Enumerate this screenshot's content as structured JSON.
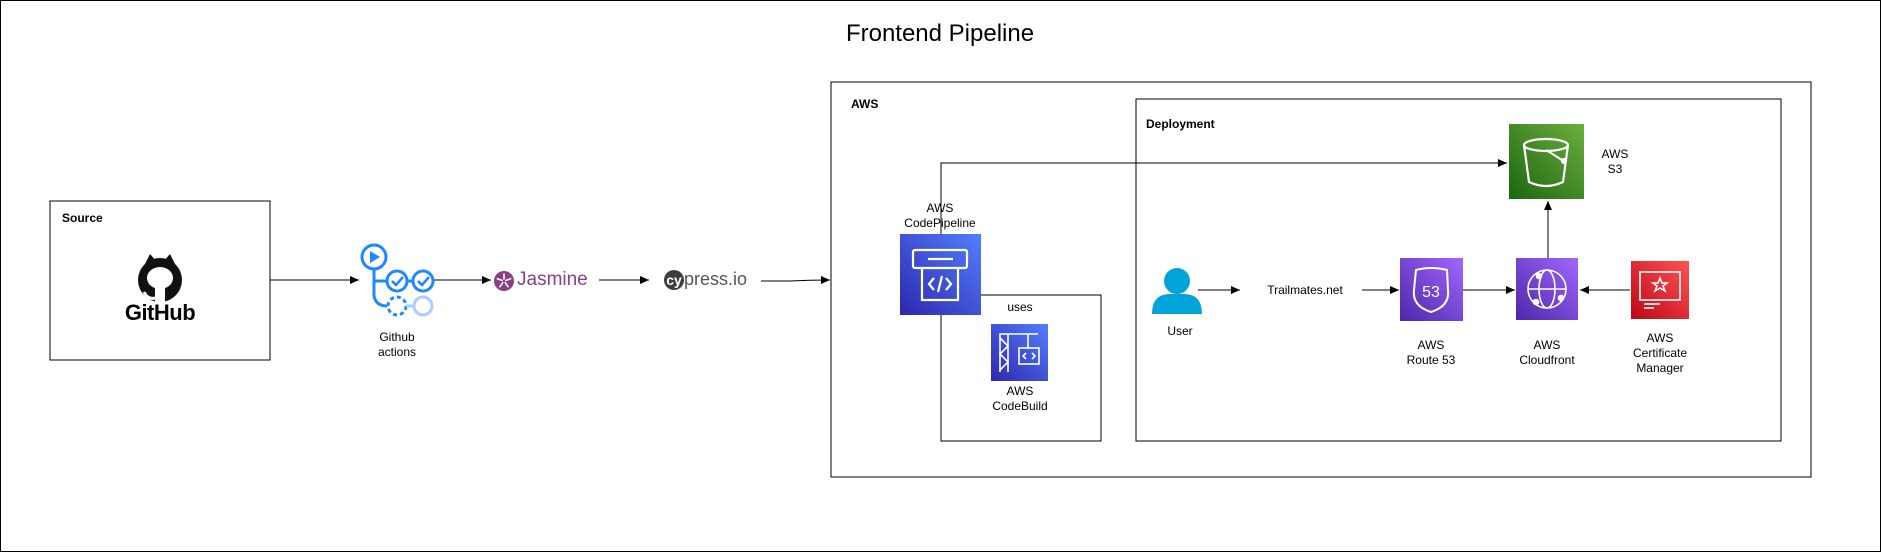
{
  "diagram": {
    "title": "Frontend Pipeline",
    "source": {
      "label": "Source",
      "logo_text": "GitHub",
      "icon": "github-icon"
    },
    "github_actions": {
      "label": "Github\nactions",
      "icon": "github-actions-icon"
    },
    "jasmine": {
      "label": "Jasmine",
      "icon": "jasmine-icon",
      "color": "#8a4182"
    },
    "cypress": {
      "label_cy": "cy",
      "label_rest": "press.io",
      "icon": "cypress-icon",
      "color": "#555555"
    },
    "aws_group": {
      "label": "AWS"
    },
    "codepipeline": {
      "label": "AWS\nCodePipeline",
      "icon": "codepipeline-icon",
      "color": "#3b48cc"
    },
    "uses_label": "uses",
    "codebuild": {
      "label": "AWS\nCodeBuild",
      "icon": "codebuild-icon",
      "color": "#3b48cc"
    },
    "deployment_group": {
      "label": "Deployment"
    },
    "s3": {
      "label": "AWS\nS3",
      "icon": "s3-bucket-icon",
      "color": "#3f8624"
    },
    "user": {
      "label": "User",
      "icon": "user-icon",
      "color": "#00a4d8"
    },
    "domain": {
      "label": "Trailmates.net"
    },
    "route53": {
      "label": "AWS\nRoute 53",
      "icon": "route53-icon",
      "color": "#4d27a8"
    },
    "cloudfront": {
      "label": "AWS\nCloudfront",
      "icon": "cloudfront-icon",
      "color": "#8c4fff"
    },
    "acm": {
      "label": "AWS\nCertificate\nManager",
      "icon": "certificate-manager-icon",
      "color": "#dd344c"
    }
  }
}
